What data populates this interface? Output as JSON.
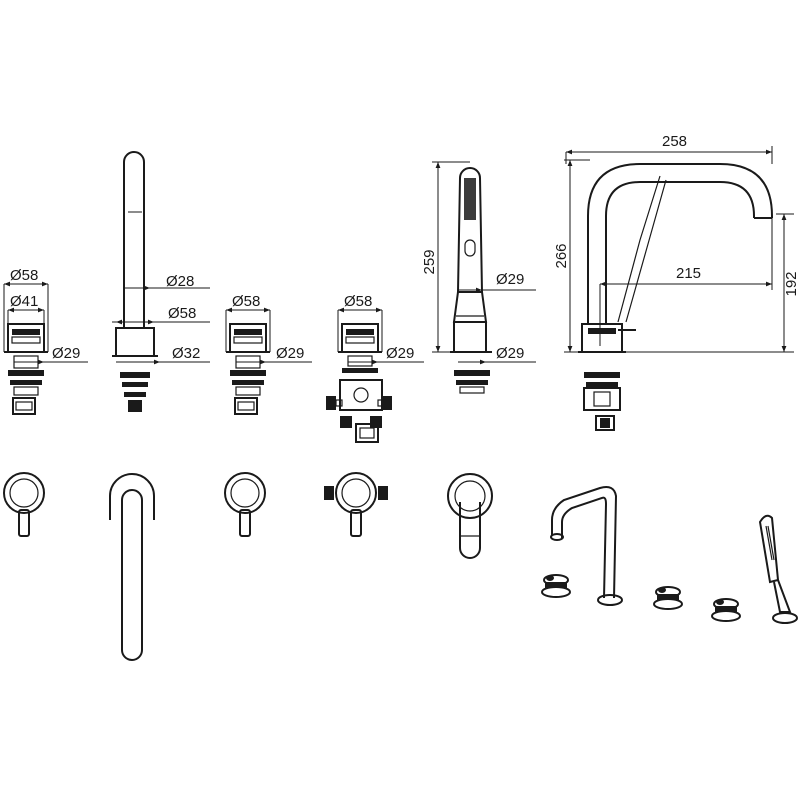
{
  "diagram": {
    "labels": {
      "d58_a": "Ø58",
      "d41": "Ø41",
      "d29_a": "Ø29",
      "d28": "Ø28",
      "d58_b": "Ø58",
      "d32": "Ø32",
      "d58_c": "Ø58",
      "d29_b": "Ø29",
      "d58_d": "Ø58",
      "d29_c": "Ø29",
      "h259": "259",
      "d29_d": "Ø29",
      "d29_e": "Ø29",
      "w258": "258",
      "h266": "266",
      "w215": "215",
      "h192": "192"
    }
  }
}
